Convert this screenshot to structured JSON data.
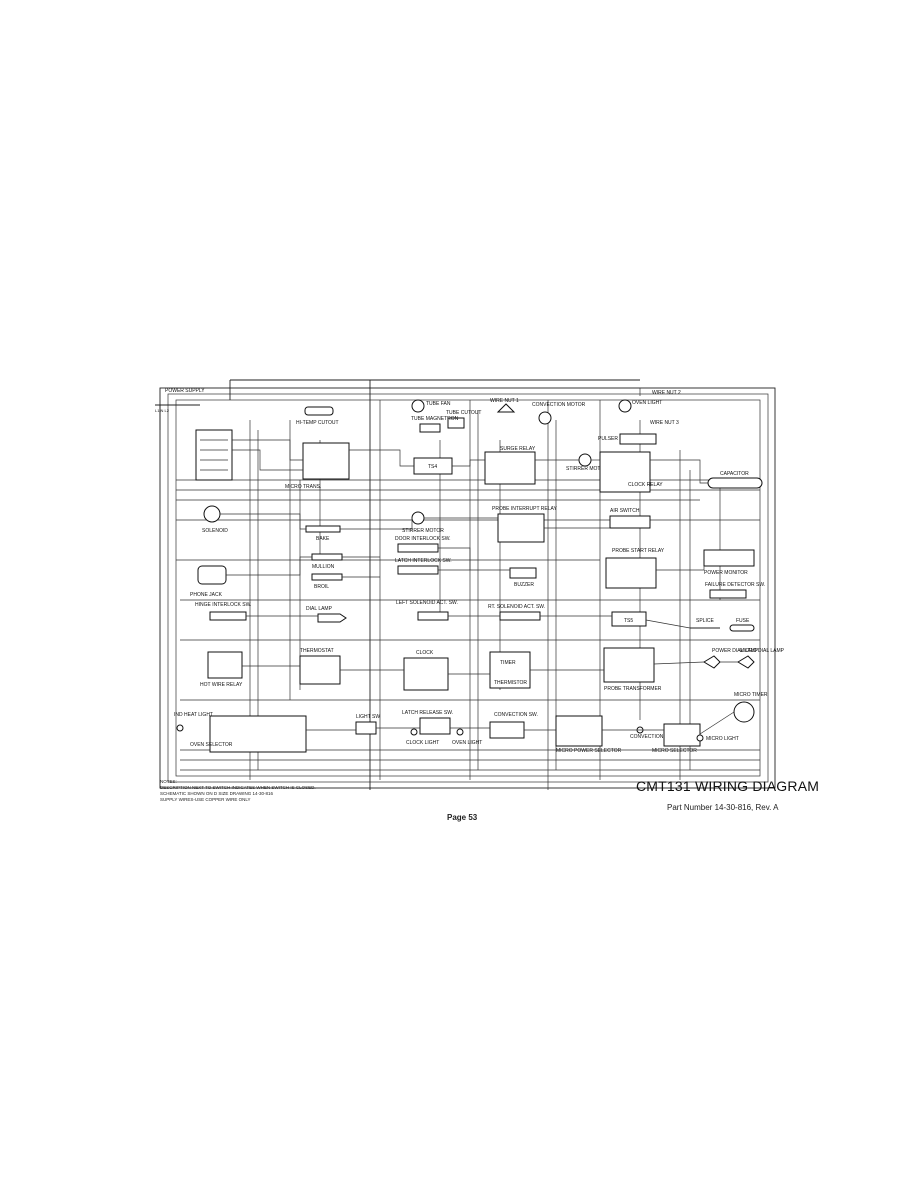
{
  "diagram": {
    "title": "CMT131 WIRING DIAGRAM",
    "part_number": "Part Number 14-30-816, Rev. A",
    "page_label": "Page 53",
    "notes": {
      "heading": "NOTES:",
      "line1": "DESCRIPTION NEXT TO SWITCH INDICATES WHEN SWITCH IS CLOSED.",
      "line2": "SCHEMATIC SHOWN ON D SIZE DRAWING 14-30-816",
      "line3": "SUPPLY WIRES-USE COPPER WIRE ONLY"
    },
    "components": {
      "power_supply": "POWER SUPPLY",
      "hi_temp_cutout": "HI-TEMP CUTOUT",
      "tube_fan": "TUBE FAN",
      "tube_cutout": "TUBE CUTOUT",
      "tube_magnetron": "TUBE MAGNETRON",
      "wire_nut_1": "WIRE NUT 1",
      "convection_motor": "CONVECTION MOTOR",
      "oven_light": "OVEN LIGHT",
      "wire_nut_top": "WIRE NUT 2",
      "wire_nut_3": "WIRE NUT 3",
      "pulser": "PULSER",
      "micro_trans": "MICRO TRANS.",
      "ts4": "TS4",
      "surge_relay": "SURGE RELAY",
      "stirrer_motor_top": "STIRRER MOTOR",
      "clock_relay": "CLOCK RELAY",
      "capacitor": "CAPACITOR",
      "solenoid": "SOLENOID",
      "bake": "BAKE",
      "stirrer_motor": "STIRRER MOTOR",
      "probe_interrupt": "PROBE INTERRUPT RELAY",
      "air_switch": "AIR SWITCH",
      "door_interlock": "DOOR INTERLOCK SW.",
      "latch_interlock": "LATCH INTERLOCK SW.",
      "buzzer": "BUZZER",
      "mullion": "MULLION",
      "broil": "BROIL",
      "probe_start": "PROBE START RELAY",
      "power_monitor": "POWER MONITOR",
      "failure_detector": "FAILURE DETECTOR SW.",
      "phone_jack": "PHONE JACK",
      "hinge_interlock": "HINGE INTERLOCK SW.",
      "dial_lamp": "DIAL LAMP",
      "left_solenoid": "LEFT SOLENOID ACT. SW.",
      "rt_solenoid": "RT. SOLENOID ACT. SW.",
      "ts5": "TS5",
      "splice": "SPLICE",
      "fuse": "FUSE",
      "thermostat": "THERMOSTAT",
      "hot_wire_relay": "HOT WIRE RELAY",
      "clock": "CLOCK",
      "timer": "TIMER",
      "thermistor": "THERMISTOR",
      "probe_transformer": "PROBE TRANSFORMER",
      "power_dial_lamp": "POWER DIAL LAMP",
      "micro_dial_lamp": "MICRO DIAL LAMP",
      "oven_selector": "OVEN SELECTOR",
      "ind_heat_light": "IND HEAT LIGHT",
      "light_sw": "LIGHT SW",
      "latch_release": "LATCH RELEASE SW.",
      "clock_light": "CLOCK LIGHT",
      "oven_light_bottom": "OVEN LIGHT",
      "convection_sw": "CONVECTION SW.",
      "micro_power_selector": "MICRO POWER SELECTOR",
      "convection_light": "CONVECTION LIGHT",
      "micro_selector": "MICRO SELECTOR",
      "micro_light": "MICRO LIGHT",
      "micro_timer": "MICRO TIMER"
    }
  }
}
